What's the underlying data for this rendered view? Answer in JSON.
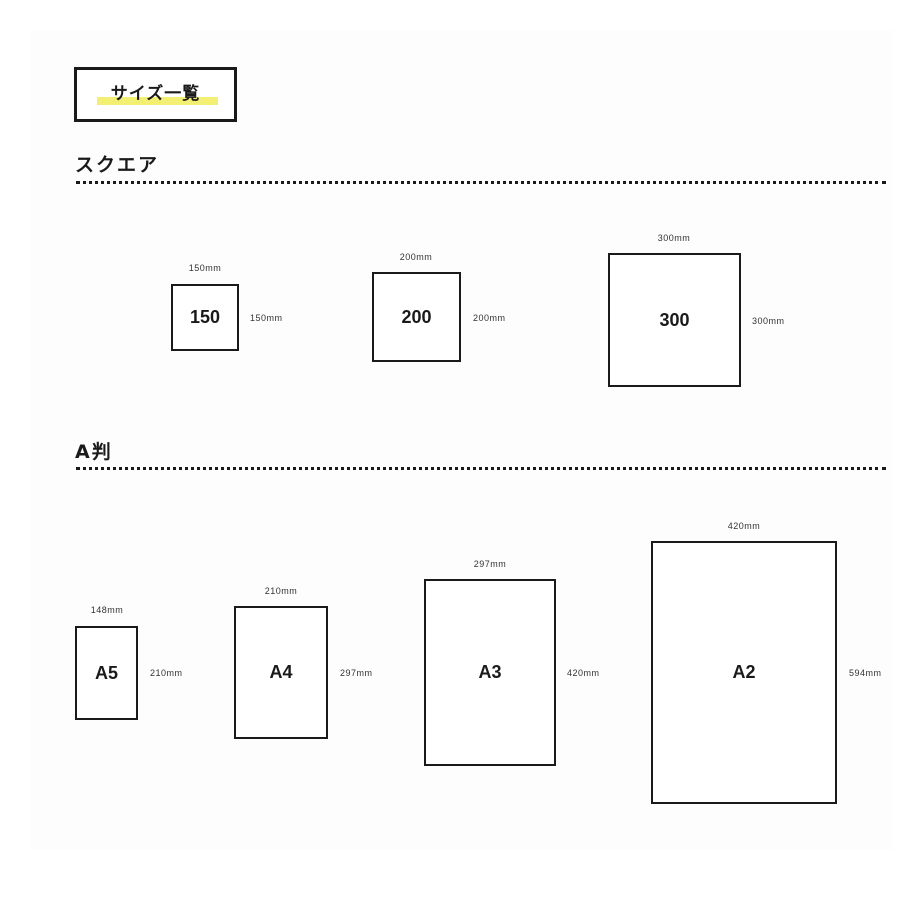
{
  "title": "サイズ一覧",
  "square": {
    "heading": "スクエア",
    "items": [
      {
        "label": "150",
        "width": "150mm",
        "height": "150mm"
      },
      {
        "label": "200",
        "width": "200mm",
        "height": "200mm"
      },
      {
        "label": "300",
        "width": "300mm",
        "height": "300mm"
      }
    ]
  },
  "a_series": {
    "heading": "A判",
    "items": [
      {
        "label": "A5",
        "width": "148mm",
        "height": "210mm"
      },
      {
        "label": "A4",
        "width": "210mm",
        "height": "297mm"
      },
      {
        "label": "A3",
        "width": "297mm",
        "height": "420mm"
      },
      {
        "label": "A2",
        "width": "420mm",
        "height": "594mm"
      }
    ]
  },
  "colors": {
    "highlight": "#f3ef72",
    "ink": "#1a1a1a"
  }
}
